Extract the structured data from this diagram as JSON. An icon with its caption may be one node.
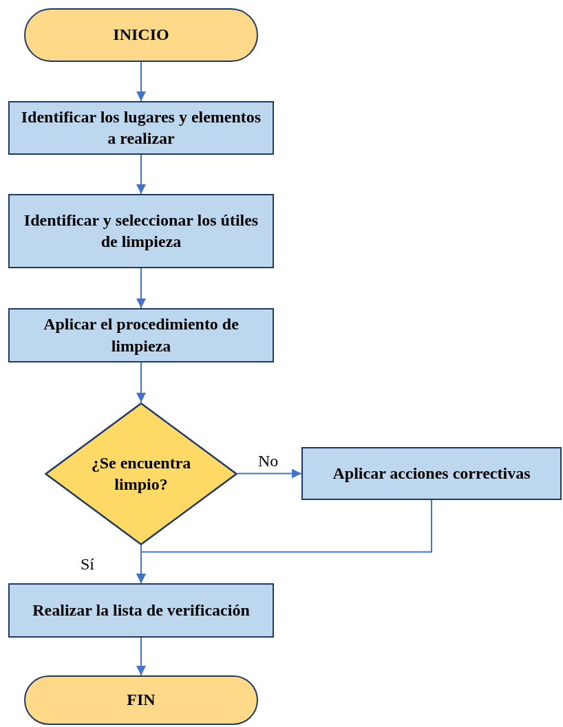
{
  "diagram": {
    "nodes": [
      {
        "text": [
          "INICIO"
        ]
      },
      {
        "text": [
          "Identificar los lugares y elementos a realizar"
        ]
      },
      {
        "text": [
          "Identificar y seleccionar los útiles de limpieza"
        ]
      },
      {
        "text": [
          "Aplicar el procedimiento de limpieza"
        ]
      },
      {
        "text": [
          "¿Se encuentra limpio?"
        ]
      },
      {
        "text": [
          "Aplicar acciones correctivas"
        ]
      },
      {
        "text": [
          "Realizar la lista de verificación"
        ]
      },
      {
        "text": [
          "FIN"
        ]
      }
    ],
    "edges": [
      {
        "from": 0,
        "to": 1,
        "arrow": "to"
      },
      {
        "from": 1,
        "to": 2,
        "arrow": "to"
      },
      {
        "from": 2,
        "to": 3,
        "arrow": "to"
      },
      {
        "from": 3,
        "to": 4,
        "arrow": "to"
      },
      {
        "from": 4,
        "to": 5,
        "arrow": "to",
        "label": "No"
      },
      {
        "from": 4,
        "to": 6,
        "arrow": "to",
        "label": "Sí"
      },
      {
        "from": 5,
        "to": 6,
        "arrow": "to"
      },
      {
        "from": 6,
        "to": 7,
        "arrow": "to"
      }
    ]
  }
}
